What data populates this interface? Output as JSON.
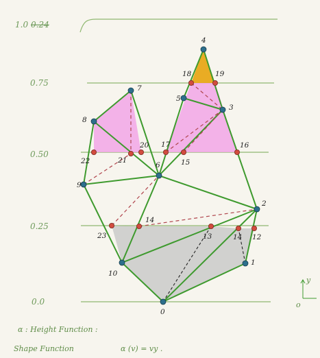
{
  "levels": [
    {
      "label": "1.0",
      "value": 1.0
    },
    {
      "label": "0.75",
      "value": 0.75
    },
    {
      "label": "0.50",
      "value": 0.5
    },
    {
      "label": "0.25",
      "value": 0.25
    },
    {
      "label": "0.0",
      "value": 0.0
    }
  ],
  "level_top_scribble": "0.24",
  "nodes": [
    {
      "id": "0",
      "kind": "vertex"
    },
    {
      "id": "1",
      "kind": "vertex"
    },
    {
      "id": "2",
      "kind": "vertex"
    },
    {
      "id": "3",
      "kind": "vertex"
    },
    {
      "id": "4",
      "kind": "vertex"
    },
    {
      "id": "5",
      "kind": "vertex"
    },
    {
      "id": "6",
      "kind": "vertex"
    },
    {
      "id": "7",
      "kind": "vertex"
    },
    {
      "id": "8",
      "kind": "vertex"
    },
    {
      "id": "9",
      "kind": "vertex"
    },
    {
      "id": "10",
      "kind": "vertex"
    },
    {
      "id": "12",
      "kind": "intersection"
    },
    {
      "id": "13",
      "kind": "intersection"
    },
    {
      "id": "14",
      "kind": "intersection"
    },
    {
      "id": "14",
      "kind": "intersection"
    },
    {
      "id": "15",
      "kind": "intersection"
    },
    {
      "id": "16",
      "kind": "intersection"
    },
    {
      "id": "17",
      "kind": "intersection"
    },
    {
      "id": "18",
      "kind": "intersection"
    },
    {
      "id": "19",
      "kind": "intersection"
    },
    {
      "id": "20",
      "kind": "intersection"
    },
    {
      "id": "21",
      "kind": "intersection"
    },
    {
      "id": "22",
      "kind": "intersection"
    },
    {
      "id": "23",
      "kind": "intersection"
    }
  ],
  "axis_label": "y",
  "axis_origin": "o",
  "caption_line1": "α : Height Function :",
  "caption_line2_left": "Shape Function",
  "caption_line2_right": "α (v) = vy .",
  "colors": {
    "paper": "#f7f5ee",
    "green": "#3e9a2e",
    "level_line": "#8fb870",
    "vertex": "#2d6f8c",
    "intersection": "#c8493c",
    "pink": "#f2a6e6",
    "orange": "#e8a818",
    "gray": "#b4b4b4",
    "dashed_red": "#b0454d",
    "dashed_black": "#222222"
  }
}
